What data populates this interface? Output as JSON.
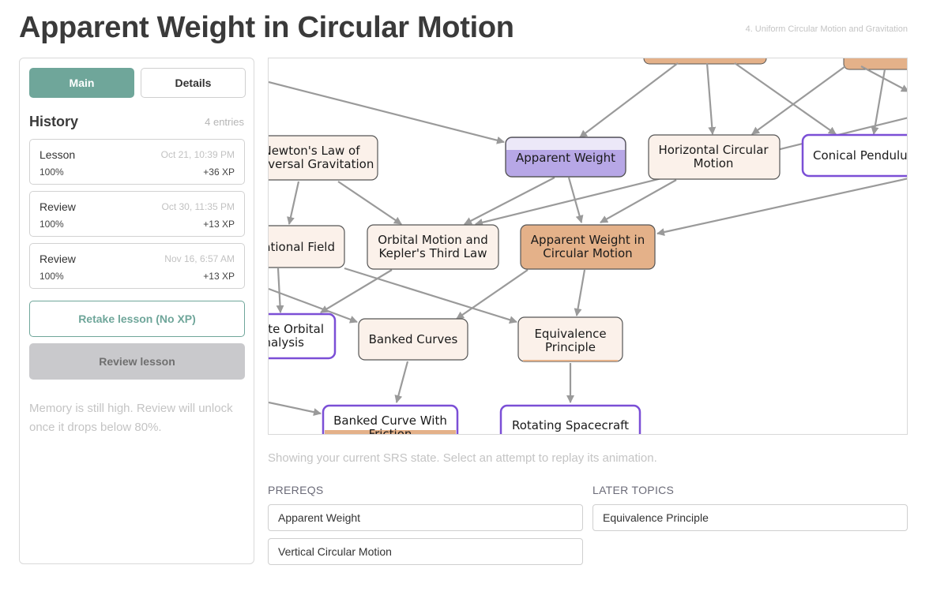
{
  "header": {
    "title": "Apparent Weight in Circular Motion",
    "breadcrumb": "4. Uniform Circular Motion and Gravitation"
  },
  "sidebar": {
    "tabs": [
      {
        "label": "Main",
        "active": true
      },
      {
        "label": "Details",
        "active": false
      }
    ],
    "history": {
      "heading": "History",
      "count": "4 entries",
      "entries": [
        {
          "type": "Lesson",
          "date": "Oct 21, 10:39 PM",
          "score": "100%",
          "xp": "+36 XP"
        },
        {
          "type": "Review",
          "date": "Oct 30, 11:35 PM",
          "score": "100%",
          "xp": "+13 XP"
        },
        {
          "type": "Review",
          "date": "Nov 16, 6:57 AM",
          "score": "100%",
          "xp": "+13 XP"
        }
      ]
    },
    "retake_label": "Retake lesson (No XP)",
    "review_label": "Review lesson",
    "memory_note": "Memory is still high. Review will unlock once it drops below 80%."
  },
  "graph": {
    "colors": {
      "current": "#e4b189",
      "plain": "#fbf1ea",
      "prereq_fill": "#b7a7e6",
      "highlight_border": "#7b4fd6",
      "edge": "#9a9a9a"
    },
    "nodes": [
      {
        "id": "newton",
        "line1": "Newton's Law of",
        "line2": "Universal Gravitation",
        "style": "plain"
      },
      {
        "id": "apparent",
        "line1": "Apparent Weight",
        "line2": "",
        "style": "prereq"
      },
      {
        "id": "horizontal",
        "line1": "Horizontal Circular",
        "line2": "Motion",
        "style": "plain"
      },
      {
        "id": "conical",
        "line1": "Conical Pendulum",
        "line2": "",
        "style": "highlight"
      },
      {
        "id": "field",
        "line1": "Gravitational Field",
        "line2": "",
        "style": "plain"
      },
      {
        "id": "orbital",
        "line1": "Orbital Motion and",
        "line2": "Kepler's Third Law",
        "style": "plain"
      },
      {
        "id": "current",
        "line1": "Apparent Weight in",
        "line2": "Circular Motion",
        "style": "current"
      },
      {
        "id": "finite",
        "line1": "Finite Orbital",
        "line2": "Analysis",
        "style": "highlight"
      },
      {
        "id": "banked",
        "line1": "Banked Curves",
        "line2": "",
        "style": "plain"
      },
      {
        "id": "equivalence",
        "line1": "Equivalence",
        "line2": "Principle",
        "style": "plain"
      },
      {
        "id": "bankedfric",
        "line1": "Banked Curve With",
        "line2": "Friction",
        "style": "highlight"
      },
      {
        "id": "spacecraft",
        "line1": "Rotating Spacecraft",
        "line2": "",
        "style": "highlight"
      }
    ]
  },
  "caption": "Showing your current SRS state. Select an attempt to replay its animation.",
  "prereqs": {
    "label": "PREREQS",
    "items": [
      "Apparent Weight",
      "Vertical Circular Motion"
    ]
  },
  "later": {
    "label": "LATER TOPICS",
    "items": [
      "Equivalence Principle"
    ]
  }
}
